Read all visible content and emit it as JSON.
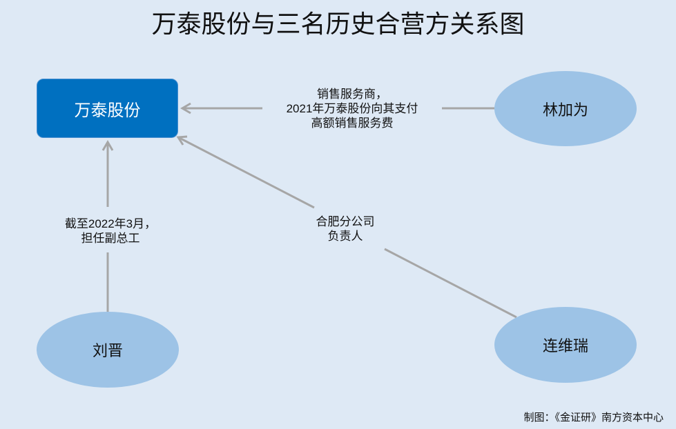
{
  "title": "万泰股份与三名历史合营方关系图",
  "nodes": {
    "company": "万泰股份",
    "lin": "林加为",
    "liu": "刘晋",
    "lian": "连维瑞"
  },
  "edges": {
    "lin": [
      "销售服务商，",
      "2021年万泰股份向其支付",
      "高额销售服务费"
    ],
    "liu": [
      "截至2022年3月，",
      "担任副总工"
    ],
    "lian": [
      "合肥分公司",
      "负责人"
    ]
  },
  "credit": "制图：《金证研》南方资本中心",
  "colors": {
    "box": "#0070c0",
    "ellipse": "#9dc3e6",
    "line": "#a6a6a6",
    "background": "#dee9f5"
  }
}
